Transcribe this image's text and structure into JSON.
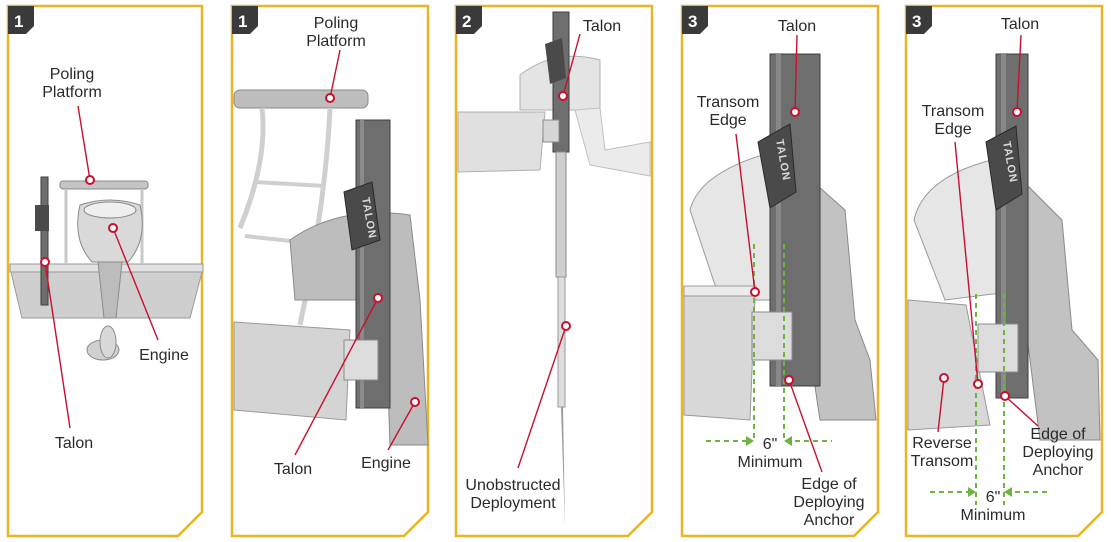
{
  "colors": {
    "panel_border": "#e8b526",
    "leader": "#c8102e",
    "guide": "#6db33f",
    "badge": "#3a3a3a",
    "hull": "#d6d6d6",
    "talon": "#6e6e6e"
  },
  "panels": [
    {
      "step": "1",
      "labels": {
        "platform": "Poling\nPlatform",
        "engine": "Engine",
        "talon": "Talon"
      }
    },
    {
      "step": "1",
      "labels": {
        "platform": "Poling\nPlatform",
        "talon": "Talon",
        "engine": "Engine"
      }
    },
    {
      "step": "2",
      "labels": {
        "talon": "Talon",
        "deployment": "Unobstructed\nDeployment"
      }
    },
    {
      "step": "3",
      "labels": {
        "talon": "Talon",
        "transom_edge": "Transom\nEdge",
        "distance": "6\"\nMinimum",
        "anchor_edge": "Edge of\nDeploying\nAnchor"
      }
    },
    {
      "step": "3",
      "labels": {
        "talon": "Talon",
        "transom_edge": "Transom\nEdge",
        "reverse_transom": "Reverse\nTransom",
        "anchor_edge": "Edge of\nDeploying\nAnchor",
        "distance": "6\"\nMinimum"
      }
    }
  ],
  "brand_mark": "TALON"
}
